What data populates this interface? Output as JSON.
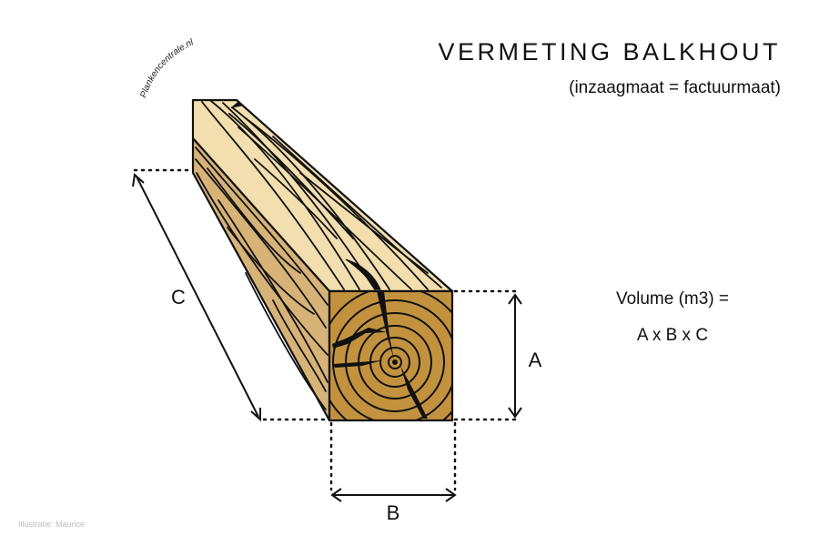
{
  "watermark": "Plankencentrale.nl",
  "title": "VERMETING BALKHOUT",
  "subtitle": "(inzaagmaat = factuurmaat)",
  "formula": {
    "line1": "Volume (m3) =",
    "line2": "A x B x C"
  },
  "labels": {
    "a": "A",
    "b": "B",
    "c": "C"
  },
  "credit": "Illustratie: Maurice",
  "colors": {
    "wood_top": "#f2deae",
    "wood_side": "#d7b378",
    "wood_end": "#c3923f",
    "outline": "#111111",
    "credit": "#bdbdbd"
  }
}
